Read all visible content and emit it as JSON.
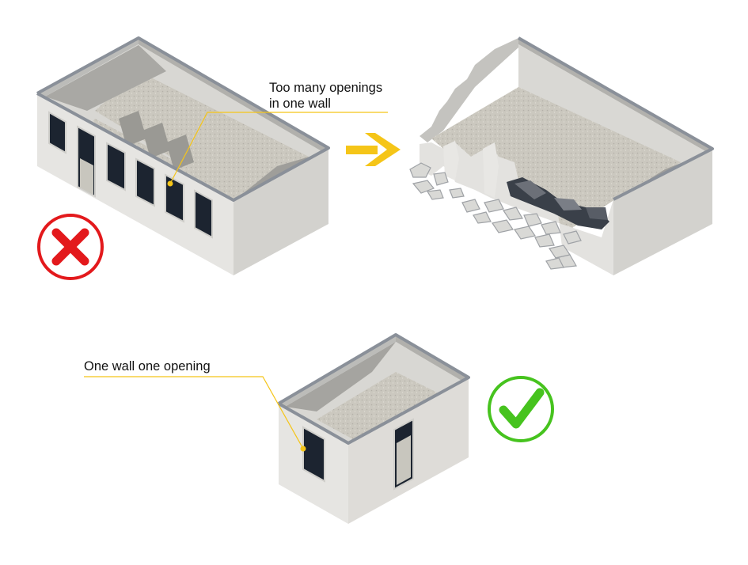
{
  "callouts": {
    "too_many_line1": "Too many openings",
    "too_many_line2": "in one wall",
    "one_wall": "One wall one opening"
  },
  "marks": {
    "wrong": "cross-icon",
    "correct": "check-icon",
    "transition": "arrow-right-icon"
  },
  "colors": {
    "wall": "#e4e3e0",
    "wall_shade": "#d2d1cd",
    "wall_top": "#8a9099",
    "floor": "#c9c6bd",
    "shadow": "#8e8d88",
    "accent": "#f5c518",
    "wrong": "#e3191c",
    "correct": "#46c31e",
    "rubble": "#d9d9d6"
  }
}
